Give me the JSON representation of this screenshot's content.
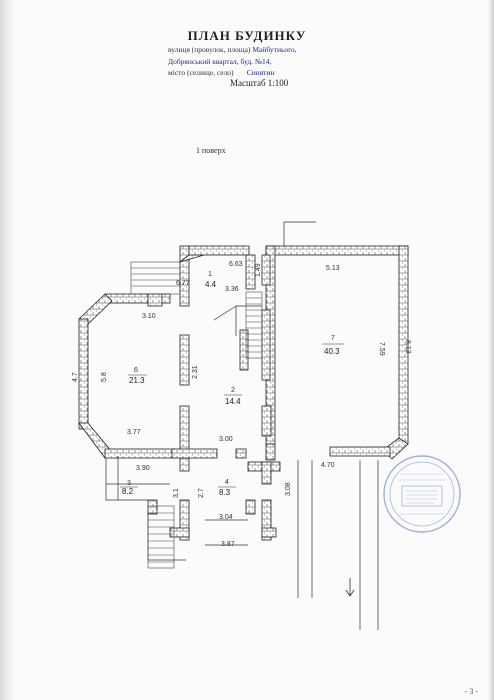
{
  "title": "ПЛАН БУДИНКУ",
  "address": {
    "street_label": "вулиця (провулок, площа)",
    "street_value": "Майбутнього,",
    "line2": "Добрянський квартал, буд. №14,",
    "city_label": "місто (селище, село)",
    "city_value": "Синятин"
  },
  "scale": "Масштаб 1:100",
  "floor": "1 поверх",
  "dims": {
    "d1": "6.63",
    "d2": "3.36",
    "d3": "6.77",
    "d4": "1.49",
    "d5": "5.13",
    "d6": "3.10",
    "d7": "4.7",
    "d8": "5.8",
    "d9": "2.31",
    "d10": "8.13",
    "d11": "7.59",
    "d12": "3.77",
    "d13": "3.00",
    "d14": "3.90",
    "d15": "4.70",
    "d16": "3.1",
    "d17": "2.7",
    "d18": "3.08",
    "d19": "3.04",
    "d20": "3.87"
  },
  "rooms": [
    {
      "num": "1",
      "area": "4.4"
    },
    {
      "num": "6",
      "area": "21.3"
    },
    {
      "num": "2",
      "area": "14.4"
    },
    {
      "num": "7",
      "area": "40.3"
    },
    {
      "num": "3",
      "area": "8.2"
    },
    {
      "num": "4",
      "area": "8.3"
    }
  ],
  "page_number": "- 3 -",
  "colors": {
    "seal": "#7c95c8",
    "handwriting": "#1b2a8a"
  }
}
